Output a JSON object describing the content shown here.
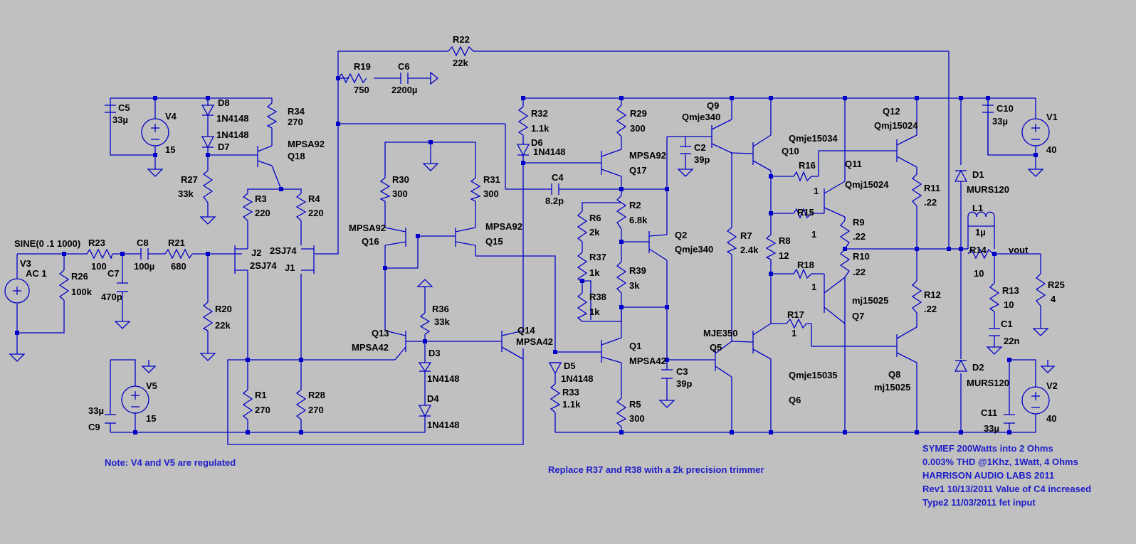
{
  "schematic": {
    "source_label": "SINE(0 .1 1000)",
    "net_label_out": "vout",
    "components": {
      "V3": {
        "name": "V3",
        "value": "AC 1"
      },
      "R23": {
        "name": "R23",
        "value": "100"
      },
      "C8": {
        "name": "C8",
        "value": "100µ"
      },
      "R21": {
        "name": "R21",
        "value": "680"
      },
      "R26": {
        "name": "R26",
        "value": "100k"
      },
      "C7": {
        "name": "C7",
        "value": "470p"
      },
      "R20": {
        "name": "R20",
        "value": "22k"
      },
      "C5": {
        "name": "C5",
        "value": "33µ"
      },
      "V4": {
        "name": "V4",
        "value": "15"
      },
      "D8": {
        "name": "D8",
        "value": "1N4148"
      },
      "D7": {
        "name": "D7",
        "value": "1N4148"
      },
      "R34": {
        "name": "R34",
        "value": "270"
      },
      "Q18": {
        "name": "Q18",
        "value": "MPSA92"
      },
      "R27": {
        "name": "R27",
        "value": "33k"
      },
      "R3": {
        "name": "R3",
        "value": "220"
      },
      "R4": {
        "name": "R4",
        "value": "220"
      },
      "J2": {
        "name": "J2",
        "value": "2SJ74"
      },
      "J1": {
        "name": "J1",
        "value": "2SJ74"
      },
      "R1": {
        "name": "R1",
        "value": "270"
      },
      "R28": {
        "name": "R28",
        "value": "270"
      },
      "V5": {
        "name": "V5",
        "value": "15"
      },
      "C9": {
        "name": "C9",
        "value": "33µ"
      },
      "R22": {
        "name": "R22",
        "value": "22k"
      },
      "R19": {
        "name": "R19",
        "value": "750"
      },
      "C6": {
        "name": "C6",
        "value": "2200µ"
      },
      "R30": {
        "name": "R30",
        "value": "300"
      },
      "R31": {
        "name": "R31",
        "value": "300"
      },
      "Q16": {
        "name": "Q16",
        "value": "MPSA92"
      },
      "Q15": {
        "name": "Q15",
        "value": "MPSA92"
      },
      "R36": {
        "name": "R36",
        "value": "33k"
      },
      "Q13": {
        "name": "Q13",
        "value": "MPSA42"
      },
      "Q14": {
        "name": "Q14",
        "value": "MPSA42"
      },
      "D3": {
        "name": "D3",
        "value": "1N4148"
      },
      "D4": {
        "name": "D4",
        "value": "1N4148"
      },
      "R32": {
        "name": "R32",
        "value": "1.1k"
      },
      "D6": {
        "name": "D6",
        "value": "1N4148"
      },
      "C4": {
        "name": "C4",
        "value": "8.2p"
      },
      "R29": {
        "name": "R29",
        "value": "300"
      },
      "Q17": {
        "name": "Q17",
        "value": "MPSA92"
      },
      "R6": {
        "name": "R6",
        "value": "2k"
      },
      "R37": {
        "name": "R37",
        "value": "1k"
      },
      "R38": {
        "name": "R38",
        "value": "1k"
      },
      "R2": {
        "name": "R2",
        "value": "6.8k"
      },
      "R39": {
        "name": "R39",
        "value": "3k"
      },
      "Q2": {
        "name": "Q2",
        "value": "Qmje340"
      },
      "Q1": {
        "name": "Q1",
        "value": "MPSA42"
      },
      "D5": {
        "name": "D5",
        "value": "1N4148"
      },
      "R33": {
        "name": "R33",
        "value": "1.1k"
      },
      "R5": {
        "name": "R5",
        "value": "300"
      },
      "C2": {
        "name": "C2",
        "value": "39p"
      },
      "C3": {
        "name": "C3",
        "value": "39p"
      },
      "Q9": {
        "name": "Q9",
        "value": "Qmje340"
      },
      "Q5": {
        "name": "Q5",
        "value": "MJE350"
      },
      "R7": {
        "name": "R7",
        "value": "2.4k"
      },
      "Q10": {
        "name": "Q10",
        "value": "Qmje15034"
      },
      "Q6": {
        "name": "Q6",
        "value": "Qmje15035"
      },
      "R16": {
        "name": "R16",
        "value": "1"
      },
      "R15": {
        "name": "R15",
        "value": "1"
      },
      "R8": {
        "name": "R8",
        "value": "12"
      },
      "R18": {
        "name": "R18",
        "value": "1"
      },
      "R17": {
        "name": "R17",
        "value": "1"
      },
      "Q11": {
        "name": "Q11",
        "value": "Qmj15024"
      },
      "Q7": {
        "name": "Q7",
        "value": "mj15025"
      },
      "R9": {
        "name": "R9",
        "value": ".22"
      },
      "R10": {
        "name": "R10",
        "value": ".22"
      },
      "Q12": {
        "name": "Q12",
        "value": "Qmj15024"
      },
      "Q8": {
        "name": "Q8",
        "value": "mj15025"
      },
      "R11": {
        "name": "R11",
        "value": ".22"
      },
      "R12": {
        "name": "R12",
        "value": ".22"
      },
      "C10": {
        "name": "C10",
        "value": "33µ"
      },
      "V1": {
        "name": "V1",
        "value": "40"
      },
      "D1": {
        "name": "D1",
        "value": "MURS120"
      },
      "D2": {
        "name": "D2",
        "value": "MURS120"
      },
      "L1": {
        "name": "L1",
        "value": "1µ"
      },
      "R14": {
        "name": "R14",
        "value": "10"
      },
      "R13": {
        "name": "R13",
        "value": "10"
      },
      "C1": {
        "name": "C1",
        "value": "22n"
      },
      "R25": {
        "name": "R25",
        "value": "4"
      },
      "C11": {
        "name": "C11",
        "value": "33µ"
      },
      "V2": {
        "name": "V2",
        "value": "40"
      }
    },
    "notes": {
      "regulated": "Note: V4 and V5 are regulated",
      "trimmer": "Replace R37 and R38 with a 2k precision trimmer",
      "title_lines": [
        "SYMEF 200Watts into 2 Ohms",
        " 0.003% THD @1Khz, 1Watt, 4 Ohms",
        " HARRISON AUDIO LABS 2011",
        " Rev1 10/13/2011 Value of C4 increased",
        " Type2 11/03/2011 fet input"
      ]
    }
  }
}
